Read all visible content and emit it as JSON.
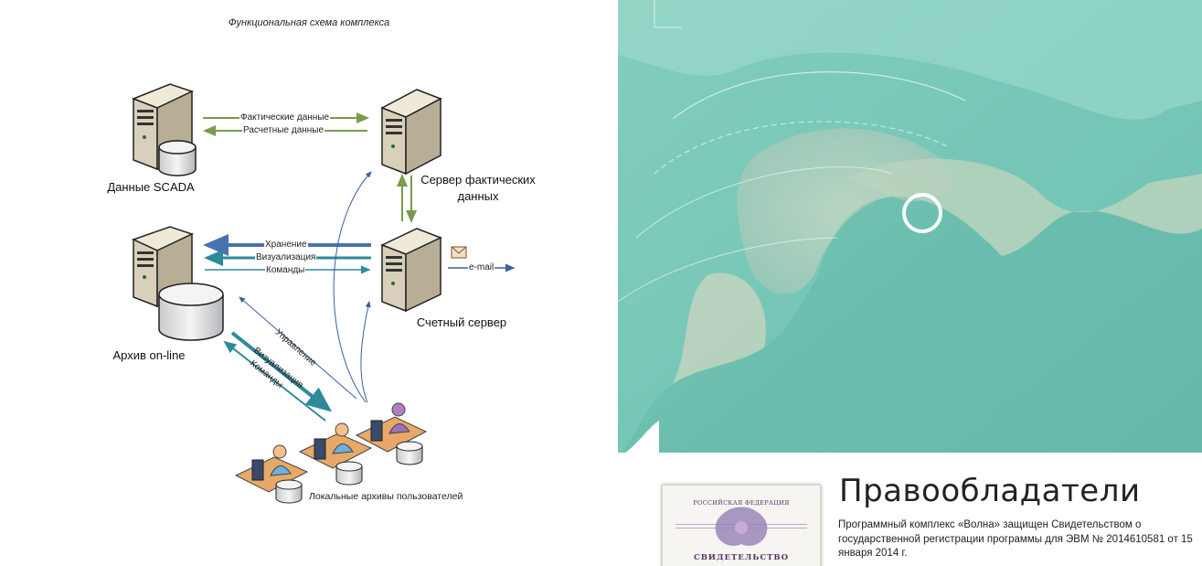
{
  "diagram": {
    "caption": "Функциональная схема комплекса",
    "nodes": {
      "scada": "Данные SCADA",
      "fact_server_line1": "Сервер фактических",
      "fact_server_line2": "данных",
      "calc_server": "Счетный сервер",
      "archive": "Архив on-line",
      "local_archives": "Локальные архивы пользователей"
    },
    "edges": {
      "fact_data": "Фактические данные",
      "calc_data": "Расчетные данные",
      "storage": "Хранение",
      "visualization": "Визуализация",
      "commands": "Команды",
      "email": "e-mail",
      "control": "Управление",
      "visualization_diag": "Визуализация",
      "commands_diag": "Команды"
    },
    "colors": {
      "green_arrow": "#7a9a4e",
      "blue_arrow": "#4a72b0",
      "teal_arrow": "#2e8a9a",
      "thin_blue": "#3b5fa0"
    }
  },
  "right": {
    "heading": "Правообладатели",
    "paragraph": "Программный комплекс «Волна» защищен Свидетельством о государственной регистрации программы для ЭВМ № 2014610581 от 15 января 2014 г.",
    "certificate": {
      "top": "РОССИЙСКАЯ ФЕДЕРАЦИЯ",
      "title": "СВИДЕТЕЛЬСТВО"
    },
    "map_image": "aerial-coastline-map"
  }
}
